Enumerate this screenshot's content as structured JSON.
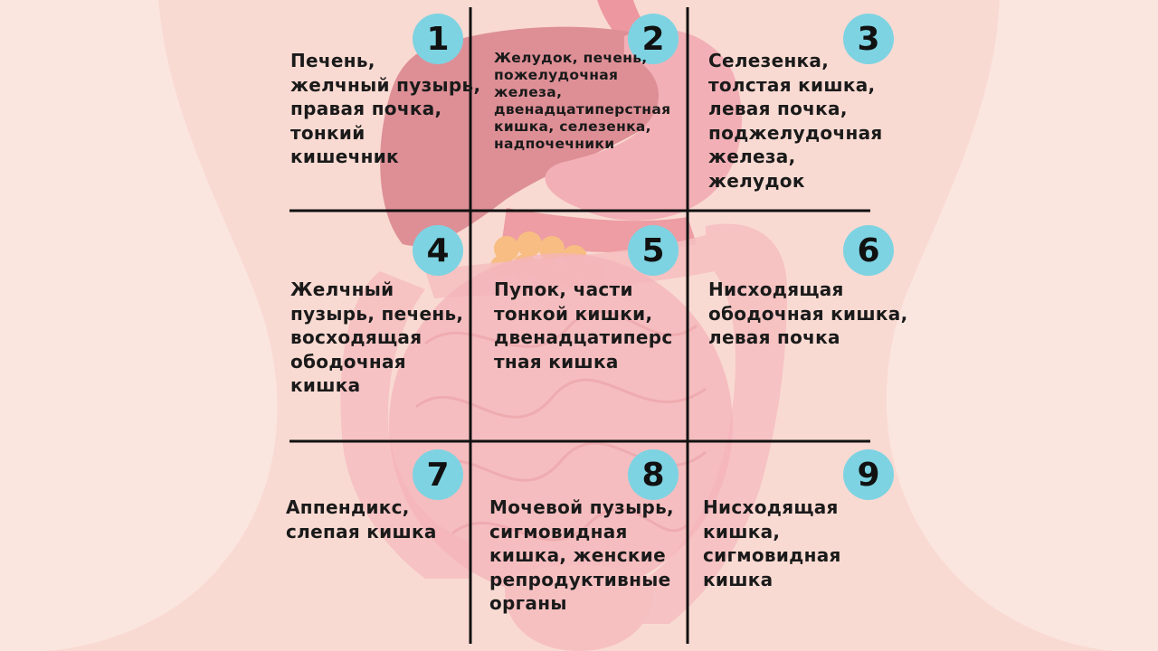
{
  "regions": [
    {
      "number": "1",
      "text": "Печень,\nжелчный пузырь,\nправая почка,\nтонкий\nкишечник"
    },
    {
      "number": "2",
      "text": "Желудок, печень,\nпожелудочная\nжелеза,\nдвенадцатиперстная\nкишка, селезенка,\nнадпочечники"
    },
    {
      "number": "3",
      "text": "Селезенка,\nтолстая кишка,\nлевая почка,\nподжелудочная\nжелеза,\nжелудок"
    },
    {
      "number": "4",
      "text": "Желчный\nпузырь, печень,\nвосходящая\nободочная\nкишка"
    },
    {
      "number": "5",
      "text": "Пупок, части\nтонкой кишки,\nдвенадцатиперс\nтная кишка"
    },
    {
      "number": "6",
      "text": "Нисходящая\nободочная кишка,\nлевая почка"
    },
    {
      "number": "7",
      "text": "Аппендикс,\nслепая кишка"
    },
    {
      "number": "8",
      "text": "Мочевой пузырь,\nсигмовидная\nкишка, женские\nрепродуктивные\nорганы"
    },
    {
      "number": "9",
      "text": "Нисходящая\nкишка,\nсигмовидная\nкишка"
    }
  ],
  "colors": {
    "background": "#fdf0ec",
    "body": "#f8d6cc",
    "organ": "#f0a3aa",
    "liver": "#d77a83",
    "fat": "#f6b26b",
    "badge": "#7dd3e2",
    "grid": "#111111"
  }
}
